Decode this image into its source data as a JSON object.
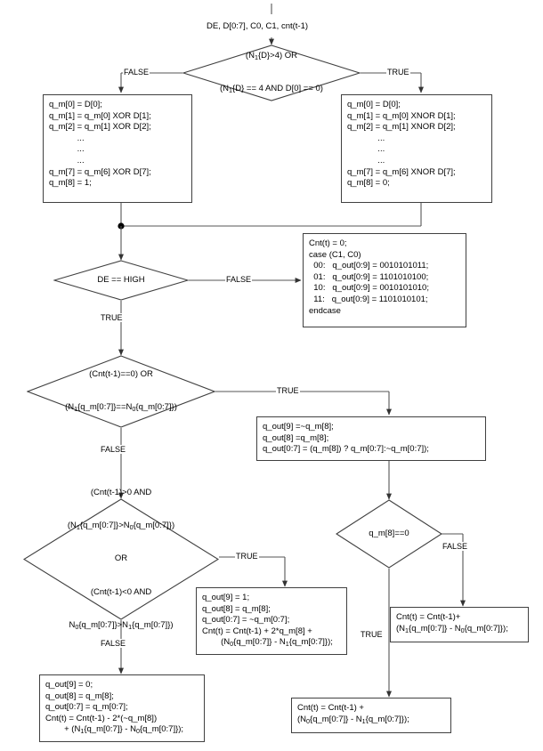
{
  "diagram": {
    "title": "TMDS encoder flowchart",
    "inputs_label": "DE, D[0:7], C0, C1, cnt(t-1)",
    "edge_labels": {
      "true": "TRUE",
      "false": "FALSE"
    },
    "colors": {
      "stroke": "#404040",
      "wire": "#555555",
      "text": "#000000",
      "background": "#ffffff"
    }
  },
  "nodes": {
    "decision_n1": {
      "type": "decision",
      "line1": "(N1{D}>4) OR",
      "line2": "(N1{D} == 4 AND D[0] == 0)"
    },
    "box_xor": {
      "type": "process",
      "lines": [
        "q_m[0] = D[0];",
        "q_m[1] = q_m[0] XOR D[1];",
        "q_m[2] = q_m[1] XOR D[2];",
        "            ...",
        "            ...",
        "            ...",
        "q_m[7] = q_m[6] XOR D[7];",
        "q_m[8] = 1;"
      ]
    },
    "box_xnor": {
      "type": "process",
      "lines": [
        "q_m[0] = D[0];",
        "q_m[1] = q_m[0] XNOR D[1];",
        "q_m[2] = q_m[1] XNOR D[2];",
        "             ...",
        "             ...",
        "             ...",
        "q_m[7] = q_m[6] XNOR D[7];",
        "q_m[8] = 0;"
      ]
    },
    "decision_de": {
      "type": "decision",
      "line1": "DE == HIGH"
    },
    "box_case": {
      "type": "process",
      "lines": [
        "Cnt(t) = 0;",
        "case (C1, C0)",
        "  00:   q_out[0:9] = 0010101011;",
        "  01:   q_out[0:9] = 1101010100;",
        "  10:   q_out[0:9] = 0010101010;",
        "  11:   q_out[0:9] = 1101010101;",
        "endcase"
      ]
    },
    "decision_cnt_zero": {
      "type": "decision",
      "line1": "(Cnt(t-1)==0) OR",
      "line2": "(N1{q_m[0:7]}==N0{q_m[0:7]})"
    },
    "box_qout_ternary": {
      "type": "process",
      "lines": [
        "q_out[9] =~q_m[8];",
        "q_out[8] =q_m[8];",
        "q_out[0:7] = (q_m[8]) ? q_m[0:7]:~q_m[0:7]);"
      ]
    },
    "decision_qm8": {
      "type": "decision",
      "line1": "q_m[8]==0"
    },
    "decision_bias": {
      "type": "decision",
      "line1": "(Cnt(t-1)>0 AND",
      "line2": "(N1{q_m[0:7]}>N0{q_m[0:7]})",
      "line3": "OR",
      "line4": "(Cnt(t-1)<0 AND",
      "line5": "N0{q_m[0:7]}>N1{q_m[0:7]})"
    },
    "box_invert": {
      "type": "process",
      "lines": [
        "q_out[9] = 1;",
        "q_out[8] = q_m[8];",
        "q_out[0:7] = ~q_m[0:7];",
        "Cnt(t) = Cnt(t-1) + 2*q_m[8] +",
        "        (N0{q_m[0:7]} - N1{q_m[0:7]});"
      ]
    },
    "box_noinvert": {
      "type": "process",
      "lines": [
        "q_out[9] = 0;",
        "q_out[8] = q_m[8];",
        "q_out[0:7] = q_m[0:7];",
        "Cnt(t) = Cnt(t-1) - 2*(~q_m[8])",
        "        + (N1{q_m[0:7]} - N0{q_m[0:7]});"
      ]
    },
    "box_cnt_n1n0": {
      "type": "process",
      "lines": [
        "Cnt(t) = Cnt(t-1)+",
        "(N1{q_m[0:7]} - N0{q_m[0:7]});"
      ]
    },
    "box_cnt_n0n1": {
      "type": "process",
      "lines": [
        "Cnt(t) = Cnt(t-1) +",
        "(N0{q_m[0:7]} - N1{q_m[0:7]});"
      ]
    }
  }
}
